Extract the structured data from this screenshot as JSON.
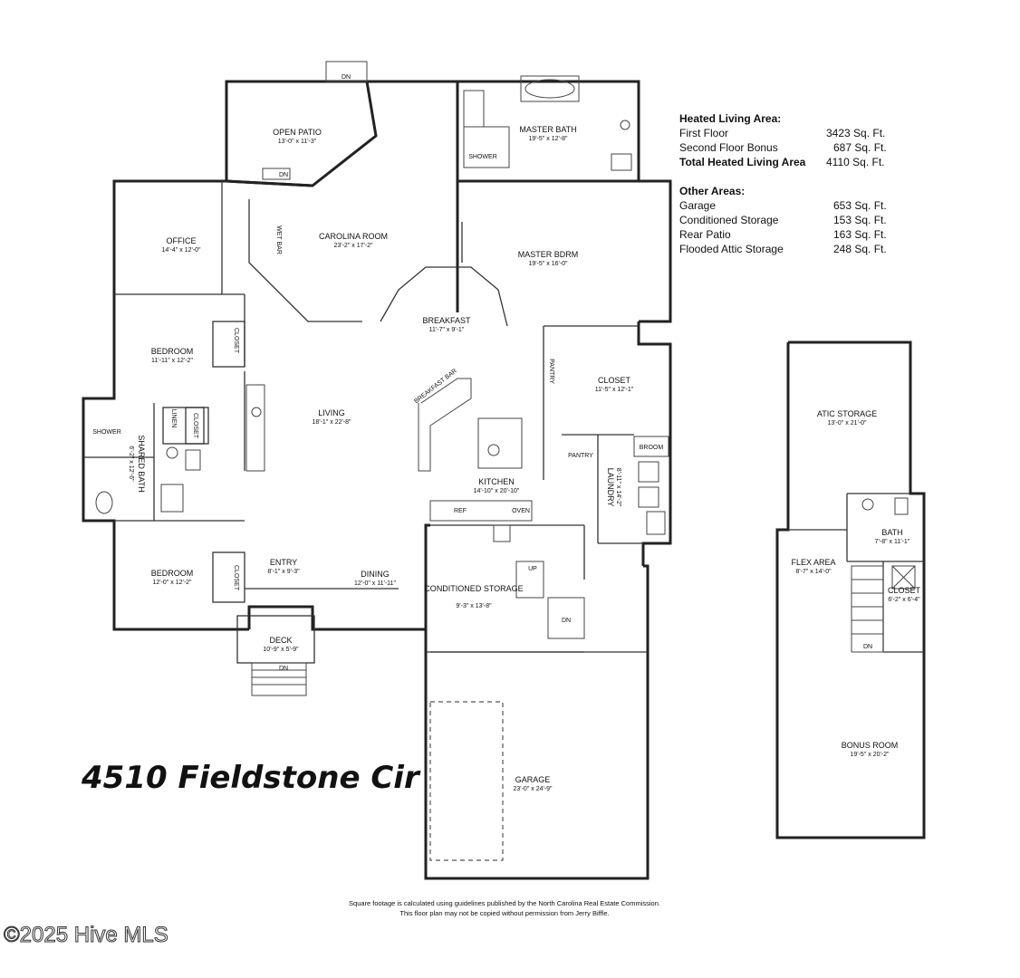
{
  "address": "4510 Fieldstone Cir",
  "watermark": "©2025 Hive MLS",
  "footer": {
    "line1": "Square footage is calculated using guidelines published by the North Carolina Real Estate Commission.",
    "line2": "This floor plan may not be copied without permission from Jerry Biffle."
  },
  "area_table": {
    "heated_title": "Heated Living Area:",
    "heated": [
      {
        "label": "First Floor",
        "value": "3423 Sq. Ft."
      },
      {
        "label": "Second Floor Bonus",
        "value": "687 Sq. Ft."
      },
      {
        "label": "Total Heated Living Area",
        "value": "4110 Sq. Ft."
      }
    ],
    "other_title": "Other Areas:",
    "other": [
      {
        "label": "Garage",
        "value": "653 Sq. Ft."
      },
      {
        "label": "Conditioned Storage",
        "value": "153 Sq. Ft."
      },
      {
        "label": "Rear Patio",
        "value": "163 Sq. Ft."
      },
      {
        "label": "Flooded Attic Storage",
        "value": "248 Sq. Ft."
      }
    ]
  },
  "rooms": {
    "open_patio": {
      "name": "OPEN PATIO",
      "dims": "13'-0\" x 11'-3\""
    },
    "master_bath": {
      "name": "MASTER BATH",
      "dims": "19'-5\" x 12'-8\""
    },
    "shower_master": {
      "name": "SHOWER"
    },
    "office": {
      "name": "OFFICE",
      "dims": "14'-4\" x 12'-0\""
    },
    "carolina_room": {
      "name": "CAROLINA ROOM",
      "dims": "23'-2\" x 17'-2\""
    },
    "wet_bar": {
      "name": "WET BAR"
    },
    "master_bdrm": {
      "name": "MASTER BDRM",
      "dims": "19'-5\" x 16'-0\""
    },
    "bedroom1": {
      "name": "BEDROOM",
      "dims": "11'-11\" x 12'-2\""
    },
    "closet_b1": {
      "name": "CLOSET"
    },
    "breakfast": {
      "name": "BREAKFAST",
      "dims": "11'-7\" x 9'-1\""
    },
    "pantry1": {
      "name": "PANTRY"
    },
    "closet_master": {
      "name": "CLOSET",
      "dims": "11'-5\" x 12'-1\""
    },
    "breakfast_bar": {
      "name": "BREAKFAST BAR"
    },
    "living": {
      "name": "LIVING",
      "dims": "18'-1\" x 22'-8\""
    },
    "shower_shared": {
      "name": "SHOWER"
    },
    "linen": {
      "name": "LINEN"
    },
    "closet_hall": {
      "name": "CLOSET"
    },
    "shared_bath": {
      "name": "SHARED BATH",
      "dims": "6'-2\" x 12'-6\""
    },
    "pantry2": {
      "name": "PANTRY"
    },
    "broom": {
      "name": "BROOM"
    },
    "kitchen": {
      "name": "KITCHEN",
      "dims": "14'-10\" x 20'-10\""
    },
    "laundry": {
      "name": "LAUNDRY",
      "dims": "8'-11\" x 14'-2\""
    },
    "ref": {
      "name": "REF"
    },
    "oven": {
      "name": "OVEN"
    },
    "bedroom2": {
      "name": "BEDROOM",
      "dims": "12'-0\" x 12'-2\""
    },
    "closet_b2": {
      "name": "CLOSET"
    },
    "entry": {
      "name": "ENTRY",
      "dims": "8'-1\" x 9'-3\""
    },
    "dining": {
      "name": "DINING",
      "dims": "12'-0\" x 11'-11\""
    },
    "cond_storage": {
      "name": "CONDITIONED STORAGE",
      "dims": "9'-3\" x 13'-8\""
    },
    "deck": {
      "name": "DECK",
      "dims": "10'-9\" x 5'-9\""
    },
    "garage": {
      "name": "GARAGE",
      "dims": "23'-0\" x 24'-9\""
    },
    "attic_storage": {
      "name": "ATIC STORAGE",
      "dims": "13'-0\" x 21'-0\""
    },
    "bath2": {
      "name": "BATH",
      "dims": "7'-8\" x 11'-1\""
    },
    "flex_area": {
      "name": "FLEX AREA",
      "dims": "8'-7\" x 14'-0\""
    },
    "closet_up": {
      "name": "CLOSET",
      "dims": "6'-2\" x 6'-4\""
    },
    "bonus_room": {
      "name": "BONUS ROOM",
      "dims": "19'-5\" x 20'-2\""
    }
  },
  "stair_labels": {
    "dn": "DN",
    "up": "UP"
  }
}
